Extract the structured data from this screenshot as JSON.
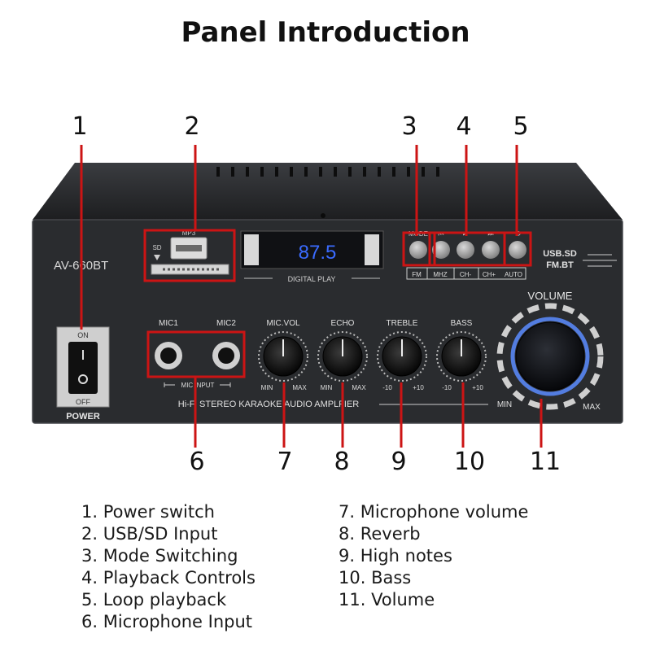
{
  "title": "Panel Introduction",
  "callouts": [
    "1",
    "2",
    "3",
    "4",
    "5",
    "6",
    "7",
    "8",
    "9",
    "10",
    "11"
  ],
  "panel": {
    "model": "AV-660BT",
    "switch_on": "ON",
    "switch_off": "OFF",
    "power": "POWER",
    "mp3": "MP3",
    "sd": "SD",
    "display_value": "87.5",
    "digital_play": "DIGITAL PLAY",
    "mode": "MODE",
    "prev_icon": "⏮",
    "play_pause_icon": "⏯",
    "next_icon": "⏭",
    "loop_icon": "⟲",
    "mode_labels": [
      "FM",
      "MHZ",
      "CH-",
      "CH+",
      "AUTO"
    ],
    "usb_sd": "USB.SD",
    "fm_bt": "FM.BT",
    "mic1": "MIC1",
    "mic2": "MIC2",
    "mic_input": "MIC INPUT",
    "knobs": [
      {
        "label": "MIC.VOL",
        "min": "MIN",
        "max": "MAX"
      },
      {
        "label": "ECHO",
        "min": "MIN",
        "max": "MAX"
      },
      {
        "label": "TREBLE",
        "min": "-10",
        "max": "+10"
      },
      {
        "label": "BASS",
        "min": "-10",
        "max": "+10"
      }
    ],
    "volume": "VOLUME",
    "vol_min": "MIN",
    "vol_max": "MAX",
    "tagline": "Hi-Fi STEREO KARAOKE AUDIO AMPLFIER"
  },
  "legend_left": [
    "1. Power switch",
    "2. USB/SD Input",
    "3. Mode Switching",
    "4. Playback Controls",
    "5. Loop playback",
    "6. Microphone Input"
  ],
  "legend_right": [
    "7. Microphone volume",
    "8. Reverb",
    "9. High notes",
    "10. Bass",
    "11. Volume"
  ],
  "colors": {
    "panel": "#2a2c2f",
    "highlight": "#cc1414",
    "display": "#3a6bff",
    "volume_ring": "#5b8cff"
  }
}
